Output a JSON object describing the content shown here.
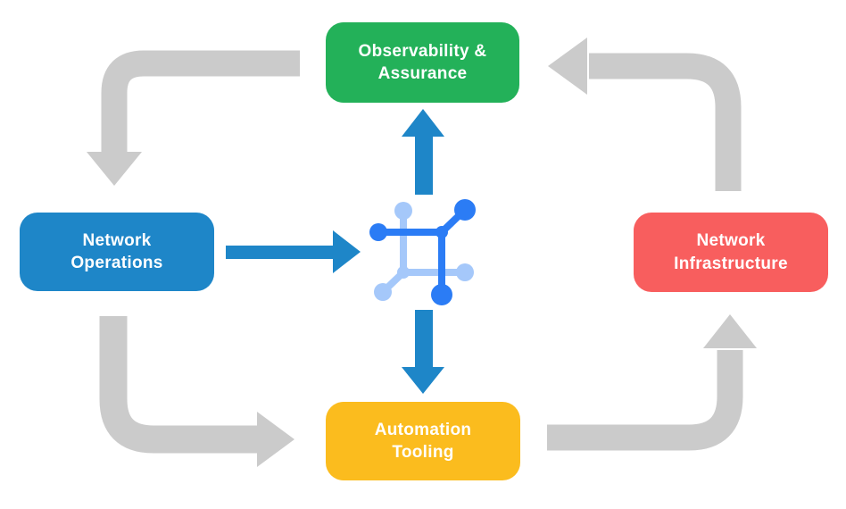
{
  "diagram": {
    "name": "network-automation-cycle",
    "nodes": [
      {
        "id": "observability",
        "label": "Observability & Assurance",
        "line1": "Observability &",
        "line2": "Assurance",
        "color": "#23B159",
        "position": "top"
      },
      {
        "id": "operations",
        "label": "Network Operations",
        "line1": "Network",
        "line2": "Operations",
        "color": "#1E86C8",
        "position": "left"
      },
      {
        "id": "infrastructure",
        "label": "Network Infrastructure",
        "line1": "Network",
        "line2": "Infrastructure",
        "color": "#F85E5E",
        "position": "right"
      },
      {
        "id": "automation",
        "label": "Automation Tooling",
        "line1": "Automation",
        "line2": "Tooling",
        "color": "#FBBC1E",
        "position": "bottom"
      }
    ],
    "center_icon": "network-mesh-icon",
    "edges": [
      {
        "from": "observability",
        "to": "operations",
        "style": "gray-elbow"
      },
      {
        "from": "operations",
        "to": "automation",
        "style": "gray-elbow"
      },
      {
        "from": "automation",
        "to": "infrastructure",
        "style": "gray-elbow"
      },
      {
        "from": "infrastructure",
        "to": "observability",
        "style": "gray-elbow"
      },
      {
        "from": "operations",
        "to": "center",
        "style": "blue-straight"
      },
      {
        "from": "center",
        "to": "observability",
        "style": "blue-straight"
      },
      {
        "from": "center",
        "to": "automation",
        "style": "blue-straight"
      }
    ]
  },
  "colors": {
    "background": "#FFFFFF",
    "arrow_gray": "#CBCBCB",
    "arrow_blue": "#1E86C8",
    "icon_blue": "#2B7CF5",
    "icon_light_blue": "#A5C8FA",
    "label_text": "#FFFFFF"
  }
}
